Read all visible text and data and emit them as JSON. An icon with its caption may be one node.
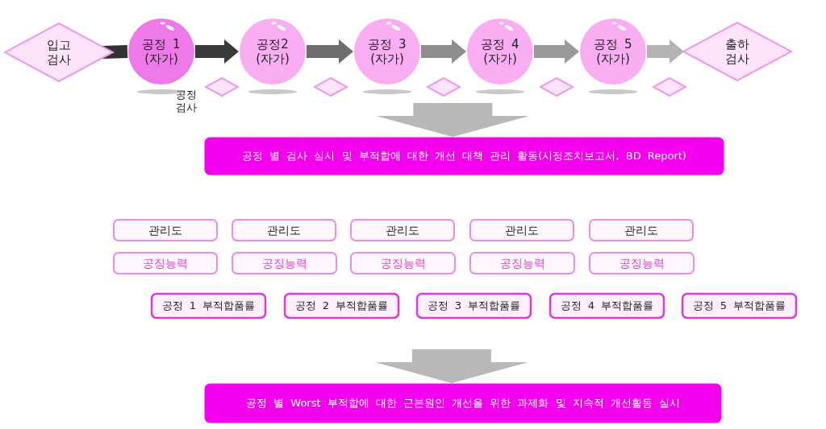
{
  "diagram": {
    "nodes": [
      {
        "text": [
          "입고 검사"
        ]
      },
      {
        "text": [
          "공정 1 (자가)"
        ]
      },
      {
        "text": [
          "공정2 (자가)"
        ]
      },
      {
        "text": [
          "공정 3 (자가)"
        ]
      },
      {
        "text": [
          "공정 4 (자가)"
        ]
      },
      {
        "text": [
          "공정 5 (자가)"
        ]
      },
      {
        "text": [
          "출하 검사"
        ]
      },
      {
        "text": [],
        "shape": "diamond"
      },
      {
        "text": [],
        "shape": "diamond"
      },
      {
        "text": [],
        "shape": "diamond"
      },
      {
        "text": [],
        "shape": "diamond"
      },
      {
        "text": [],
        "shape": "diamond"
      },
      {
        "text": [
          "공정 별 검사 실시 및 부적합에 대한 개선 대책 관리 활동(시정조치보고서, BD Report)"
        ]
      },
      {
        "text": [
          "관리도"
        ]
      },
      {
        "text": [
          "관리도"
        ]
      },
      {
        "text": [
          "관리도"
        ]
      },
      {
        "text": [
          "관리도"
        ]
      },
      {
        "text": [
          "관리도"
        ]
      },
      {
        "text": [
          "공징능력"
        ]
      },
      {
        "text": [
          "공징능력"
        ]
      },
      {
        "text": [
          "공징능력"
        ]
      },
      {
        "text": [
          "공징능력"
        ]
      },
      {
        "text": [
          "공징능력"
        ]
      },
      {
        "text": [
          "공정 1 부적합품률"
        ]
      },
      {
        "text": [
          "공정 2 부적합품률"
        ]
      },
      {
        "text": [
          "공정 3 부적합품률"
        ]
      },
      {
        "text": [
          "공정 4 부적합품률"
        ]
      },
      {
        "text": [
          "공정 5 부적합품률"
        ]
      },
      {
        "text": [
          "공정 별 Worst 부적합에 대한 근본원인 개선을 위한 과제화 및 지속적 개선활동 실시"
        ]
      }
    ],
    "edges": [
      {
        "from": 0,
        "to": 1,
        "arrow": "none",
        "color": "#333333"
      },
      {
        "from": 1,
        "to": 2,
        "arrow": "to",
        "color": "#3a3a3a"
      },
      {
        "from": 2,
        "to": 3,
        "arrow": "to",
        "color": "#6e6e6e"
      },
      {
        "from": 3,
        "to": 4,
        "arrow": "to",
        "color": "#8e8e8e"
      },
      {
        "from": 4,
        "to": 5,
        "arrow": "to",
        "color": "#9a9a9a"
      },
      {
        "from": 5,
        "to": 6,
        "arrow": "to",
        "color": "#b4b4b4"
      },
      {
        "from": null,
        "to": 12,
        "arrow": "to",
        "style": "thick",
        "color": "#b8b8b8"
      },
      {
        "from": null,
        "to": 28,
        "arrow": "to",
        "style": "thick",
        "color": "#b8b8b8"
      }
    ],
    "labels": [
      "공정 검사"
    ]
  }
}
